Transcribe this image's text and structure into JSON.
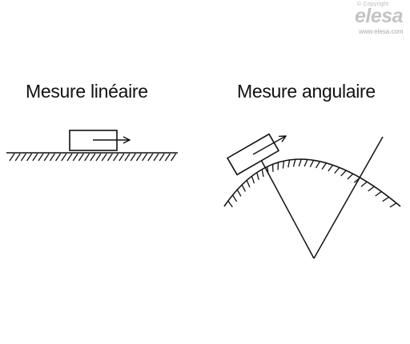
{
  "watermark": {
    "copyright": "© Copyright",
    "logo": "elesa",
    "url": "www.elesa.com"
  },
  "diagrams": {
    "linear": {
      "title": "Mesure linéaire"
    },
    "angular": {
      "title": "Mesure angulaire"
    }
  },
  "colors": {
    "ink": "#111111",
    "watermark": "#c4c4c4"
  }
}
